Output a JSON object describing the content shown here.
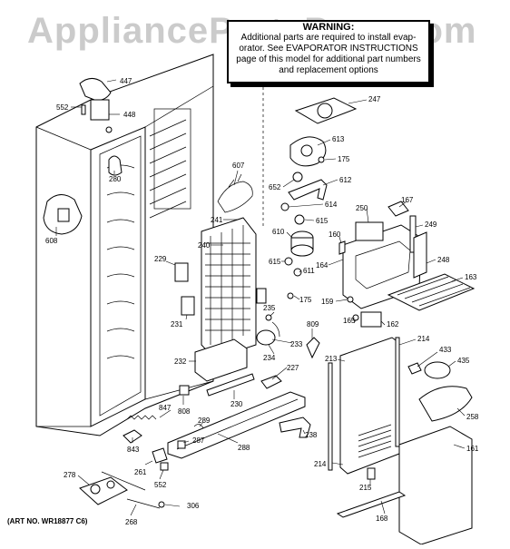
{
  "watermark": "AppliancePartsPros.com",
  "warning": {
    "title": "WARNING:",
    "lines": [
      "Additional parts are required to install evap-",
      "orator.  See EVAPORATOR INSTRUCTIONS",
      "page of this model for additional part numbers",
      "and replacement options"
    ]
  },
  "art_number": "(ART NO. WR18877 C6)",
  "callouts": {
    "c447": "447",
    "c552a": "552",
    "c448": "448",
    "c280": "280",
    "c608": "608",
    "c607": "607",
    "c241": "241",
    "c240": "240",
    "c229": "229",
    "c231": "231",
    "c232": "232",
    "c847": "847",
    "c843": "843",
    "c808": "808",
    "c230": "230",
    "c289": "289",
    "c287": "287",
    "c261": "261",
    "c552b": "552",
    "c288": "288",
    "c278": "278",
    "c268": "268",
    "c306": "306",
    "c247": "247",
    "c613": "613",
    "c175a": "175",
    "c652": "652",
    "c612": "612",
    "c614": "614",
    "c615a": "615",
    "c610": "610",
    "c615b": "615",
    "c611": "611",
    "c175b": "175",
    "c235": "235",
    "c233": "233",
    "c234": "234",
    "c227": "227",
    "c809": "809",
    "c238": "238",
    "c250": "250",
    "c167": "167",
    "c249": "249",
    "c160": "160",
    "c164": "164",
    "c248": "248",
    "c163": "163",
    "c159": "159",
    "c165": "165",
    "c162": "162",
    "c213": "213",
    "c214a": "214",
    "c433": "433",
    "c435": "435",
    "c258": "258",
    "c161": "161",
    "c214b": "214",
    "c215": "215",
    "c168": "168"
  }
}
